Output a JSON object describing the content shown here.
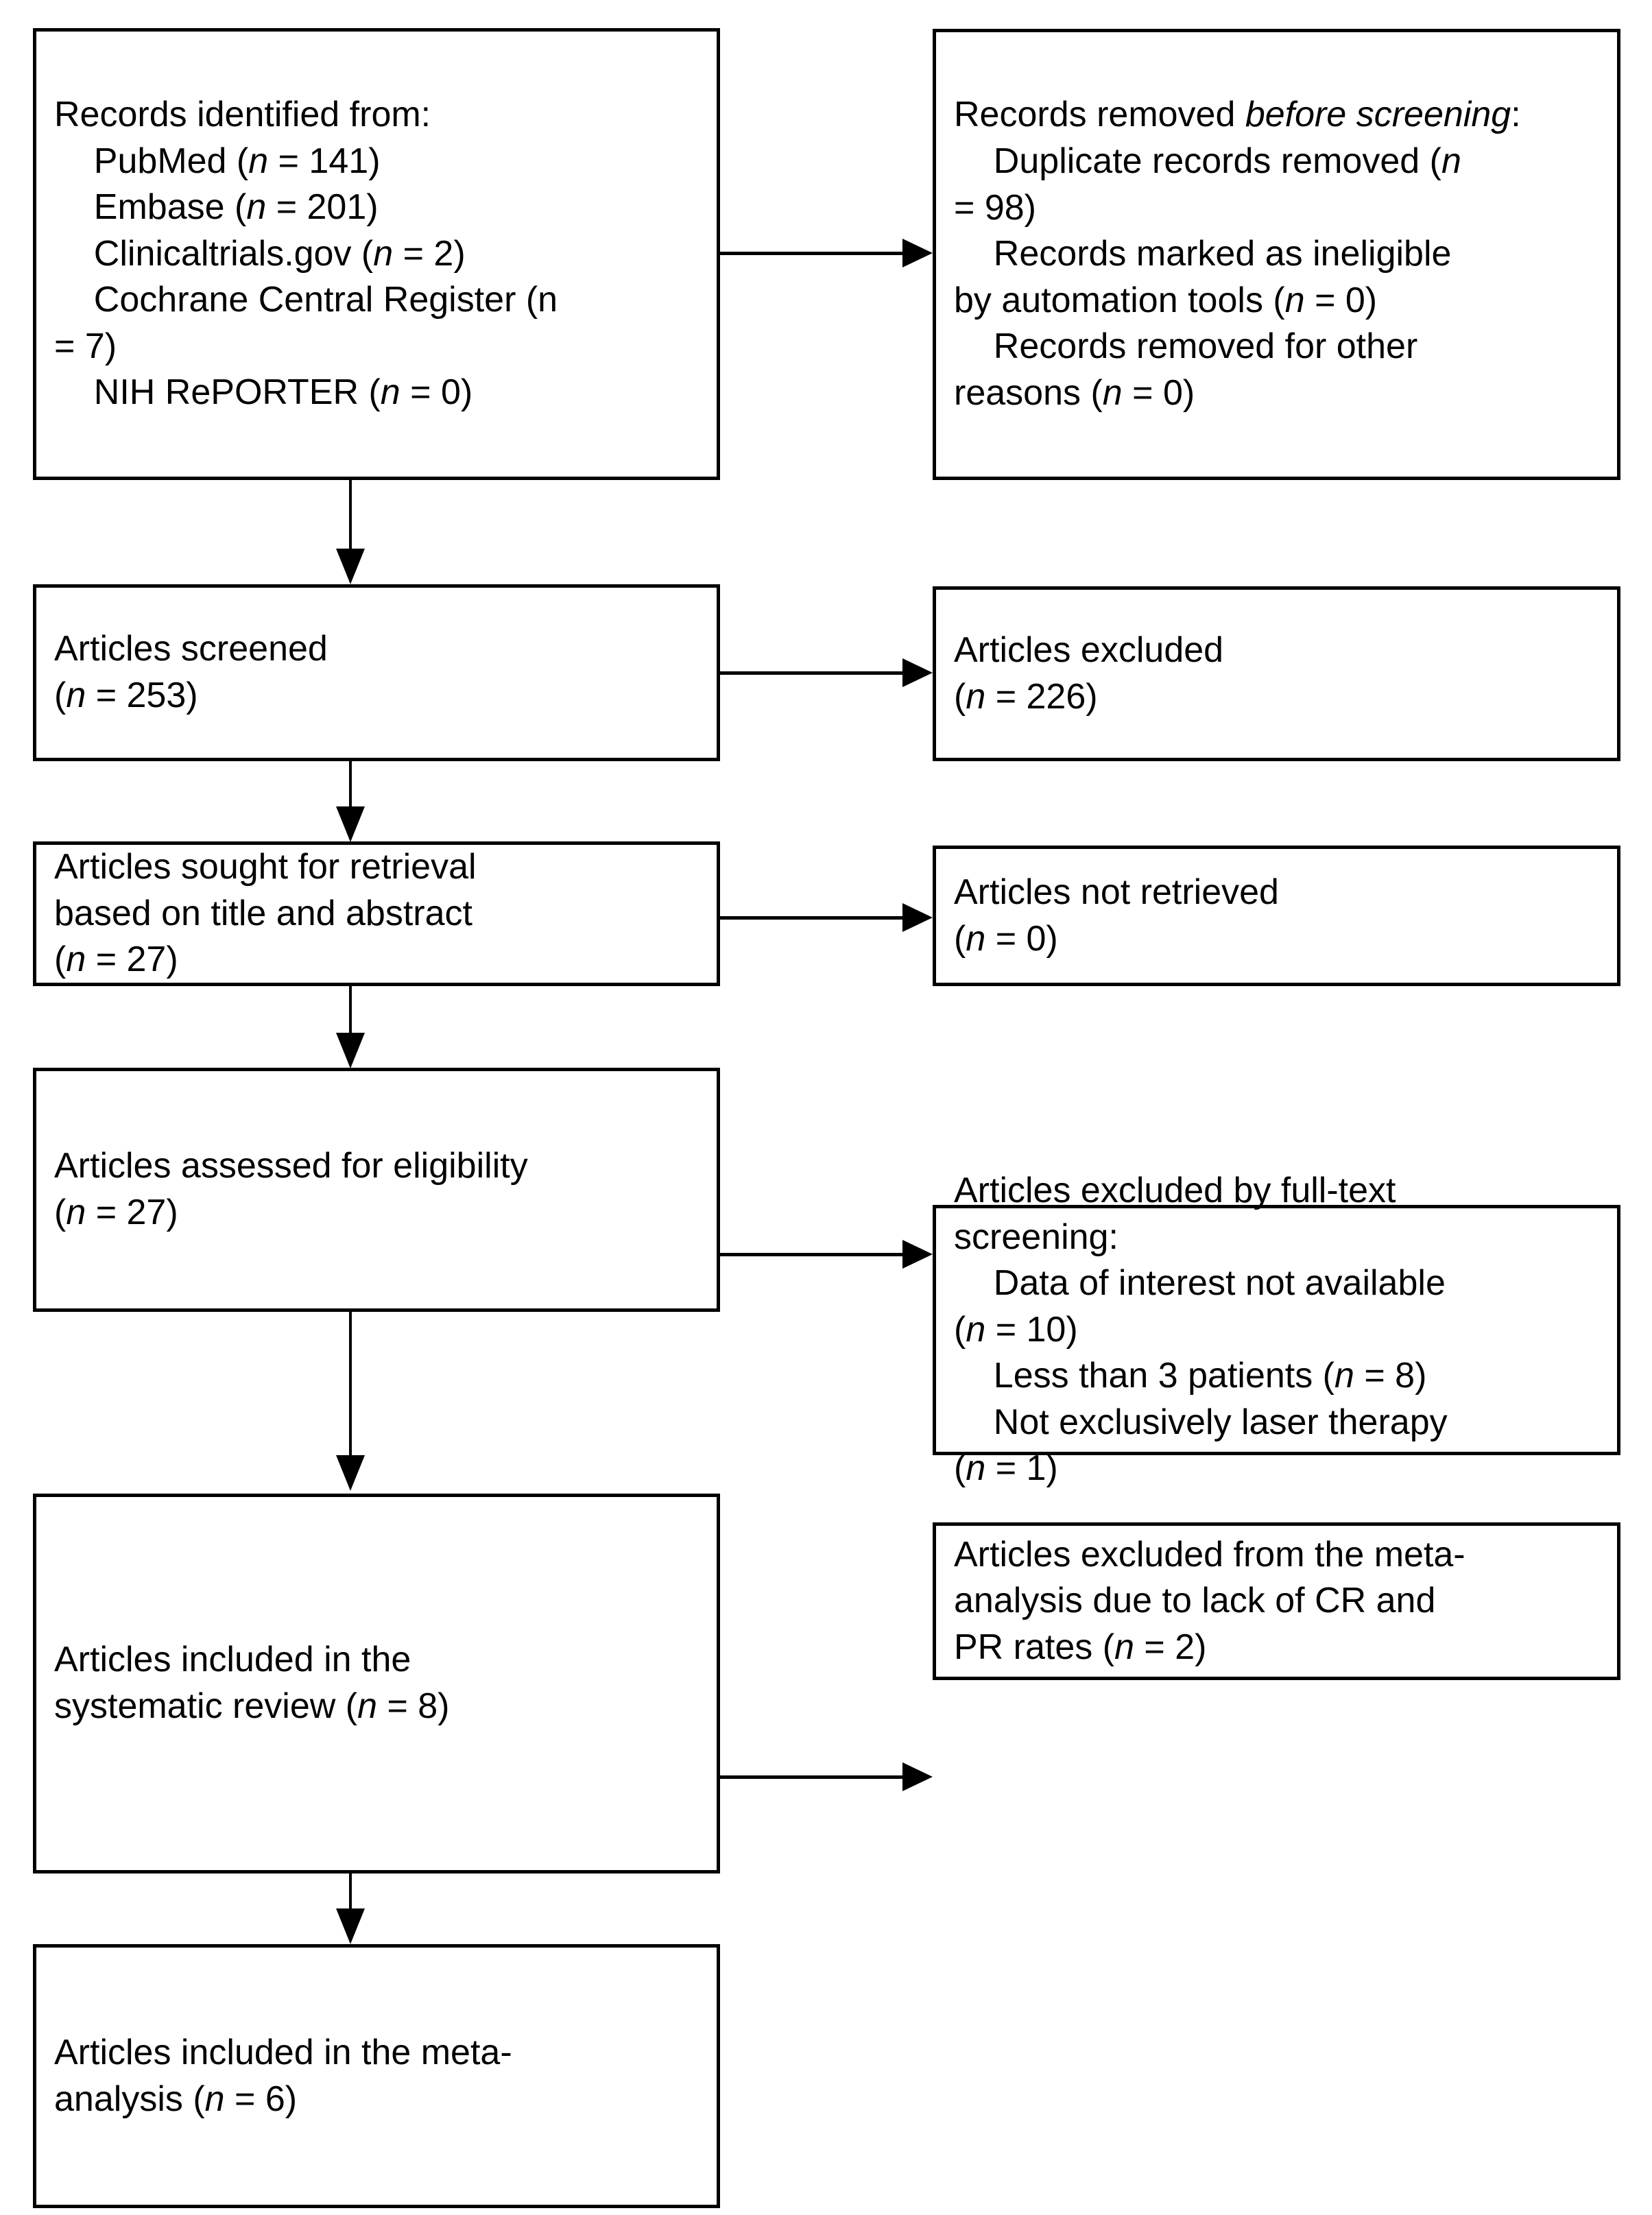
{
  "diagram": {
    "type": "prisma-flow-diagram",
    "title": "PRISMA flow diagram",
    "ink_color": "#000000",
    "background_color": "#ffffff"
  },
  "nodes": {
    "identified": {
      "id": "records-identified",
      "lines": [
        "Records identified from:",
        "    PubMed (n = 141)",
        "    Embase (n = 201)",
        "    Clinicaltrials.gov (n = 2)",
        "    Cochrane Central Register (n",
        "= 7)",
        "    NIH RePORTER (n = 0)"
      ],
      "heading": "Records identified from:",
      "sources": [
        {
          "label": "PubMed",
          "n": 141
        },
        {
          "label": "Embase",
          "n": 201
        },
        {
          "label": "Clinicaltrials.gov",
          "n": 2
        },
        {
          "label": "Cochrane Central Register",
          "n": 7
        },
        {
          "label": "NIH RePORTER",
          "n": 0
        }
      ]
    },
    "removed_before": {
      "id": "records-removed-before-screening",
      "heading_plain": "Records removed ",
      "heading_italic": "before screening",
      "heading_suffix": ":",
      "items": [
        {
          "label": "Duplicate records removed",
          "n": 98
        },
        {
          "label": "Records marked as ineligible by automation tools",
          "n": 0
        },
        {
          "label": "Records removed for other reasons",
          "n": 0
        }
      ]
    },
    "screened": {
      "id": "articles-screened",
      "lines": [
        "Articles screened",
        "(n = 253)"
      ],
      "label": "Articles screened",
      "n": 253
    },
    "excluded_screen": {
      "id": "articles-excluded",
      "lines": [
        "Articles excluded",
        "(n = 226)"
      ],
      "label": "Articles excluded",
      "n": 226
    },
    "sought": {
      "id": "articles-sought-for-retrieval",
      "lines": [
        "Articles sought for retrieval",
        "based on title and abstract",
        "(n = 27)"
      ],
      "label": "Articles sought for retrieval based on title and abstract",
      "n": 27
    },
    "not_retrieved": {
      "id": "articles-not-retrieved",
      "lines": [
        "Articles not retrieved",
        "(n = 0)"
      ],
      "label": "Articles not retrieved",
      "n": 0
    },
    "assessed": {
      "id": "articles-assessed-for-eligibility",
      "lines": [
        "Articles assessed for eligibility",
        "(n = 27)"
      ],
      "label": "Articles assessed for eligibility",
      "n": 27
    },
    "excluded_full": {
      "id": "articles-excluded-by-full-text-screening",
      "heading": "Articles excluded by full-text screening:",
      "items": [
        {
          "label": "Data of interest not available",
          "n": 10
        },
        {
          "label": "Less than 3 patients",
          "n": 8
        },
        {
          "label": "Not exclusively laser therapy",
          "n": 1
        }
      ]
    },
    "included_sr": {
      "id": "articles-included-in-systematic-review",
      "lines": [
        "Articles included in the",
        "systematic review (n = 8)"
      ],
      "label": "Articles included in the systematic review",
      "n": 8
    },
    "excluded_meta": {
      "id": "articles-excluded-from-meta-analysis",
      "lines": [
        "Articles excluded from the meta-",
        "analysis due to lack of CR and",
        "PR rates (n = 2)"
      ],
      "label": "Articles excluded from the meta-analysis due to lack of CR and PR rates",
      "n": 2
    },
    "included_ma": {
      "id": "articles-included-in-meta-analysis",
      "lines": [
        "Articles included in the meta-",
        "analysis (n = 6)"
      ],
      "label": "Articles included in the meta-analysis",
      "n": 6
    }
  },
  "connectors": [
    {
      "from": "identified",
      "to": "removed_before",
      "direction": "right"
    },
    {
      "from": "identified",
      "to": "screened",
      "direction": "down"
    },
    {
      "from": "screened",
      "to": "excluded_screen",
      "direction": "right"
    },
    {
      "from": "screened",
      "to": "sought",
      "direction": "down"
    },
    {
      "from": "sought",
      "to": "not_retrieved",
      "direction": "right"
    },
    {
      "from": "sought",
      "to": "assessed",
      "direction": "down"
    },
    {
      "from": "assessed",
      "to": "excluded_full",
      "direction": "right"
    },
    {
      "from": "assessed",
      "to": "included_sr",
      "direction": "down"
    },
    {
      "from": "included_sr",
      "to": "excluded_meta",
      "direction": "right"
    },
    {
      "from": "included_sr",
      "to": "included_ma",
      "direction": "down"
    }
  ]
}
